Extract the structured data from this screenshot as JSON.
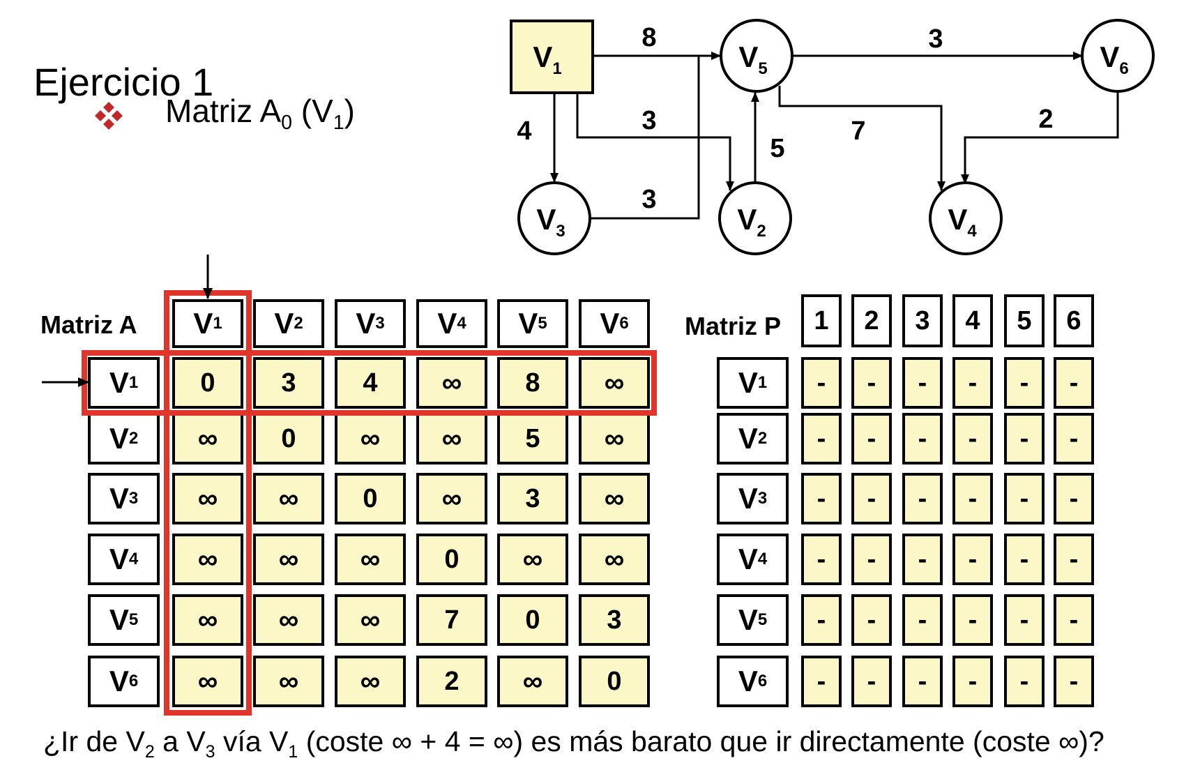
{
  "title": "Ejercicio 1",
  "subtitle": {
    "text": "Matriz A",
    "sub": "0",
    "node": "V",
    "node_sub": "1"
  },
  "colors": {
    "cell_fill": "#fbf7c7",
    "highlight": "#e0352a",
    "bullet": "#c0282a",
    "border": "#000000"
  },
  "graph": {
    "nodes": [
      {
        "id": "V1",
        "label": "V",
        "sub": "1",
        "shape": "square"
      },
      {
        "id": "V5",
        "label": "V",
        "sub": "5",
        "shape": "circle"
      },
      {
        "id": "V6",
        "label": "V",
        "sub": "6",
        "shape": "circle"
      },
      {
        "id": "V3",
        "label": "V",
        "sub": "3",
        "shape": "circle"
      },
      {
        "id": "V2",
        "label": "V",
        "sub": "2",
        "shape": "circle"
      },
      {
        "id": "V4",
        "label": "V",
        "sub": "4",
        "shape": "circle"
      }
    ],
    "edges": [
      {
        "from": "V1",
        "to": "V5",
        "weight": "8"
      },
      {
        "from": "V5",
        "to": "V6",
        "weight": "3"
      },
      {
        "from": "V1",
        "to": "V3",
        "weight": "4"
      },
      {
        "from": "V1",
        "to": "V2",
        "weight": "3"
      },
      {
        "from": "V2",
        "to": "V5",
        "weight": "5"
      },
      {
        "from": "V5",
        "to": "V4",
        "weight": "7"
      },
      {
        "from": "V6",
        "to": "V4",
        "weight": "2"
      },
      {
        "from": "V3",
        "to": "V5",
        "weight": "3"
      }
    ]
  },
  "matrix_a": {
    "title": "Matriz A",
    "col_headers": [
      "V1",
      "V2",
      "V3",
      "V4",
      "V5",
      "V6"
    ],
    "row_headers": [
      "V1",
      "V2",
      "V3",
      "V4",
      "V5",
      "V6"
    ],
    "values": [
      [
        "0",
        "3",
        "4",
        "∞",
        "8",
        "∞"
      ],
      [
        "∞",
        "0",
        "∞",
        "∞",
        "5",
        "∞"
      ],
      [
        "∞",
        "∞",
        "0",
        "∞",
        "3",
        "∞"
      ],
      [
        "∞",
        "∞",
        "∞",
        "0",
        "∞",
        "∞"
      ],
      [
        "∞",
        "∞",
        "∞",
        "7",
        "0",
        "3"
      ],
      [
        "∞",
        "∞",
        "∞",
        "2",
        "∞",
        "0"
      ]
    ],
    "highlight_row": 0,
    "highlight_col": 0
  },
  "matrix_p": {
    "title": "Matriz P",
    "col_headers": [
      "1",
      "2",
      "3",
      "4",
      "5",
      "6"
    ],
    "row_headers": [
      "V1",
      "V2",
      "V3",
      "V4",
      "V5",
      "V6"
    ],
    "values": [
      [
        "-",
        "-",
        "-",
        "-",
        "-",
        "-"
      ],
      [
        "-",
        "-",
        "-",
        "-",
        "-",
        "-"
      ],
      [
        "-",
        "-",
        "-",
        "-",
        "-",
        "-"
      ],
      [
        "-",
        "-",
        "-",
        "-",
        "-",
        "-"
      ],
      [
        "-",
        "-",
        "-",
        "-",
        "-",
        "-"
      ],
      [
        "-",
        "-",
        "-",
        "-",
        "-",
        "-"
      ]
    ]
  },
  "question": {
    "parts": [
      "¿Ir de V",
      "2",
      " a V",
      "3",
      " vía V",
      "1",
      " (coste ∞ + 4 = ∞) es más barato que ir directamente (coste ∞)?"
    ]
  }
}
